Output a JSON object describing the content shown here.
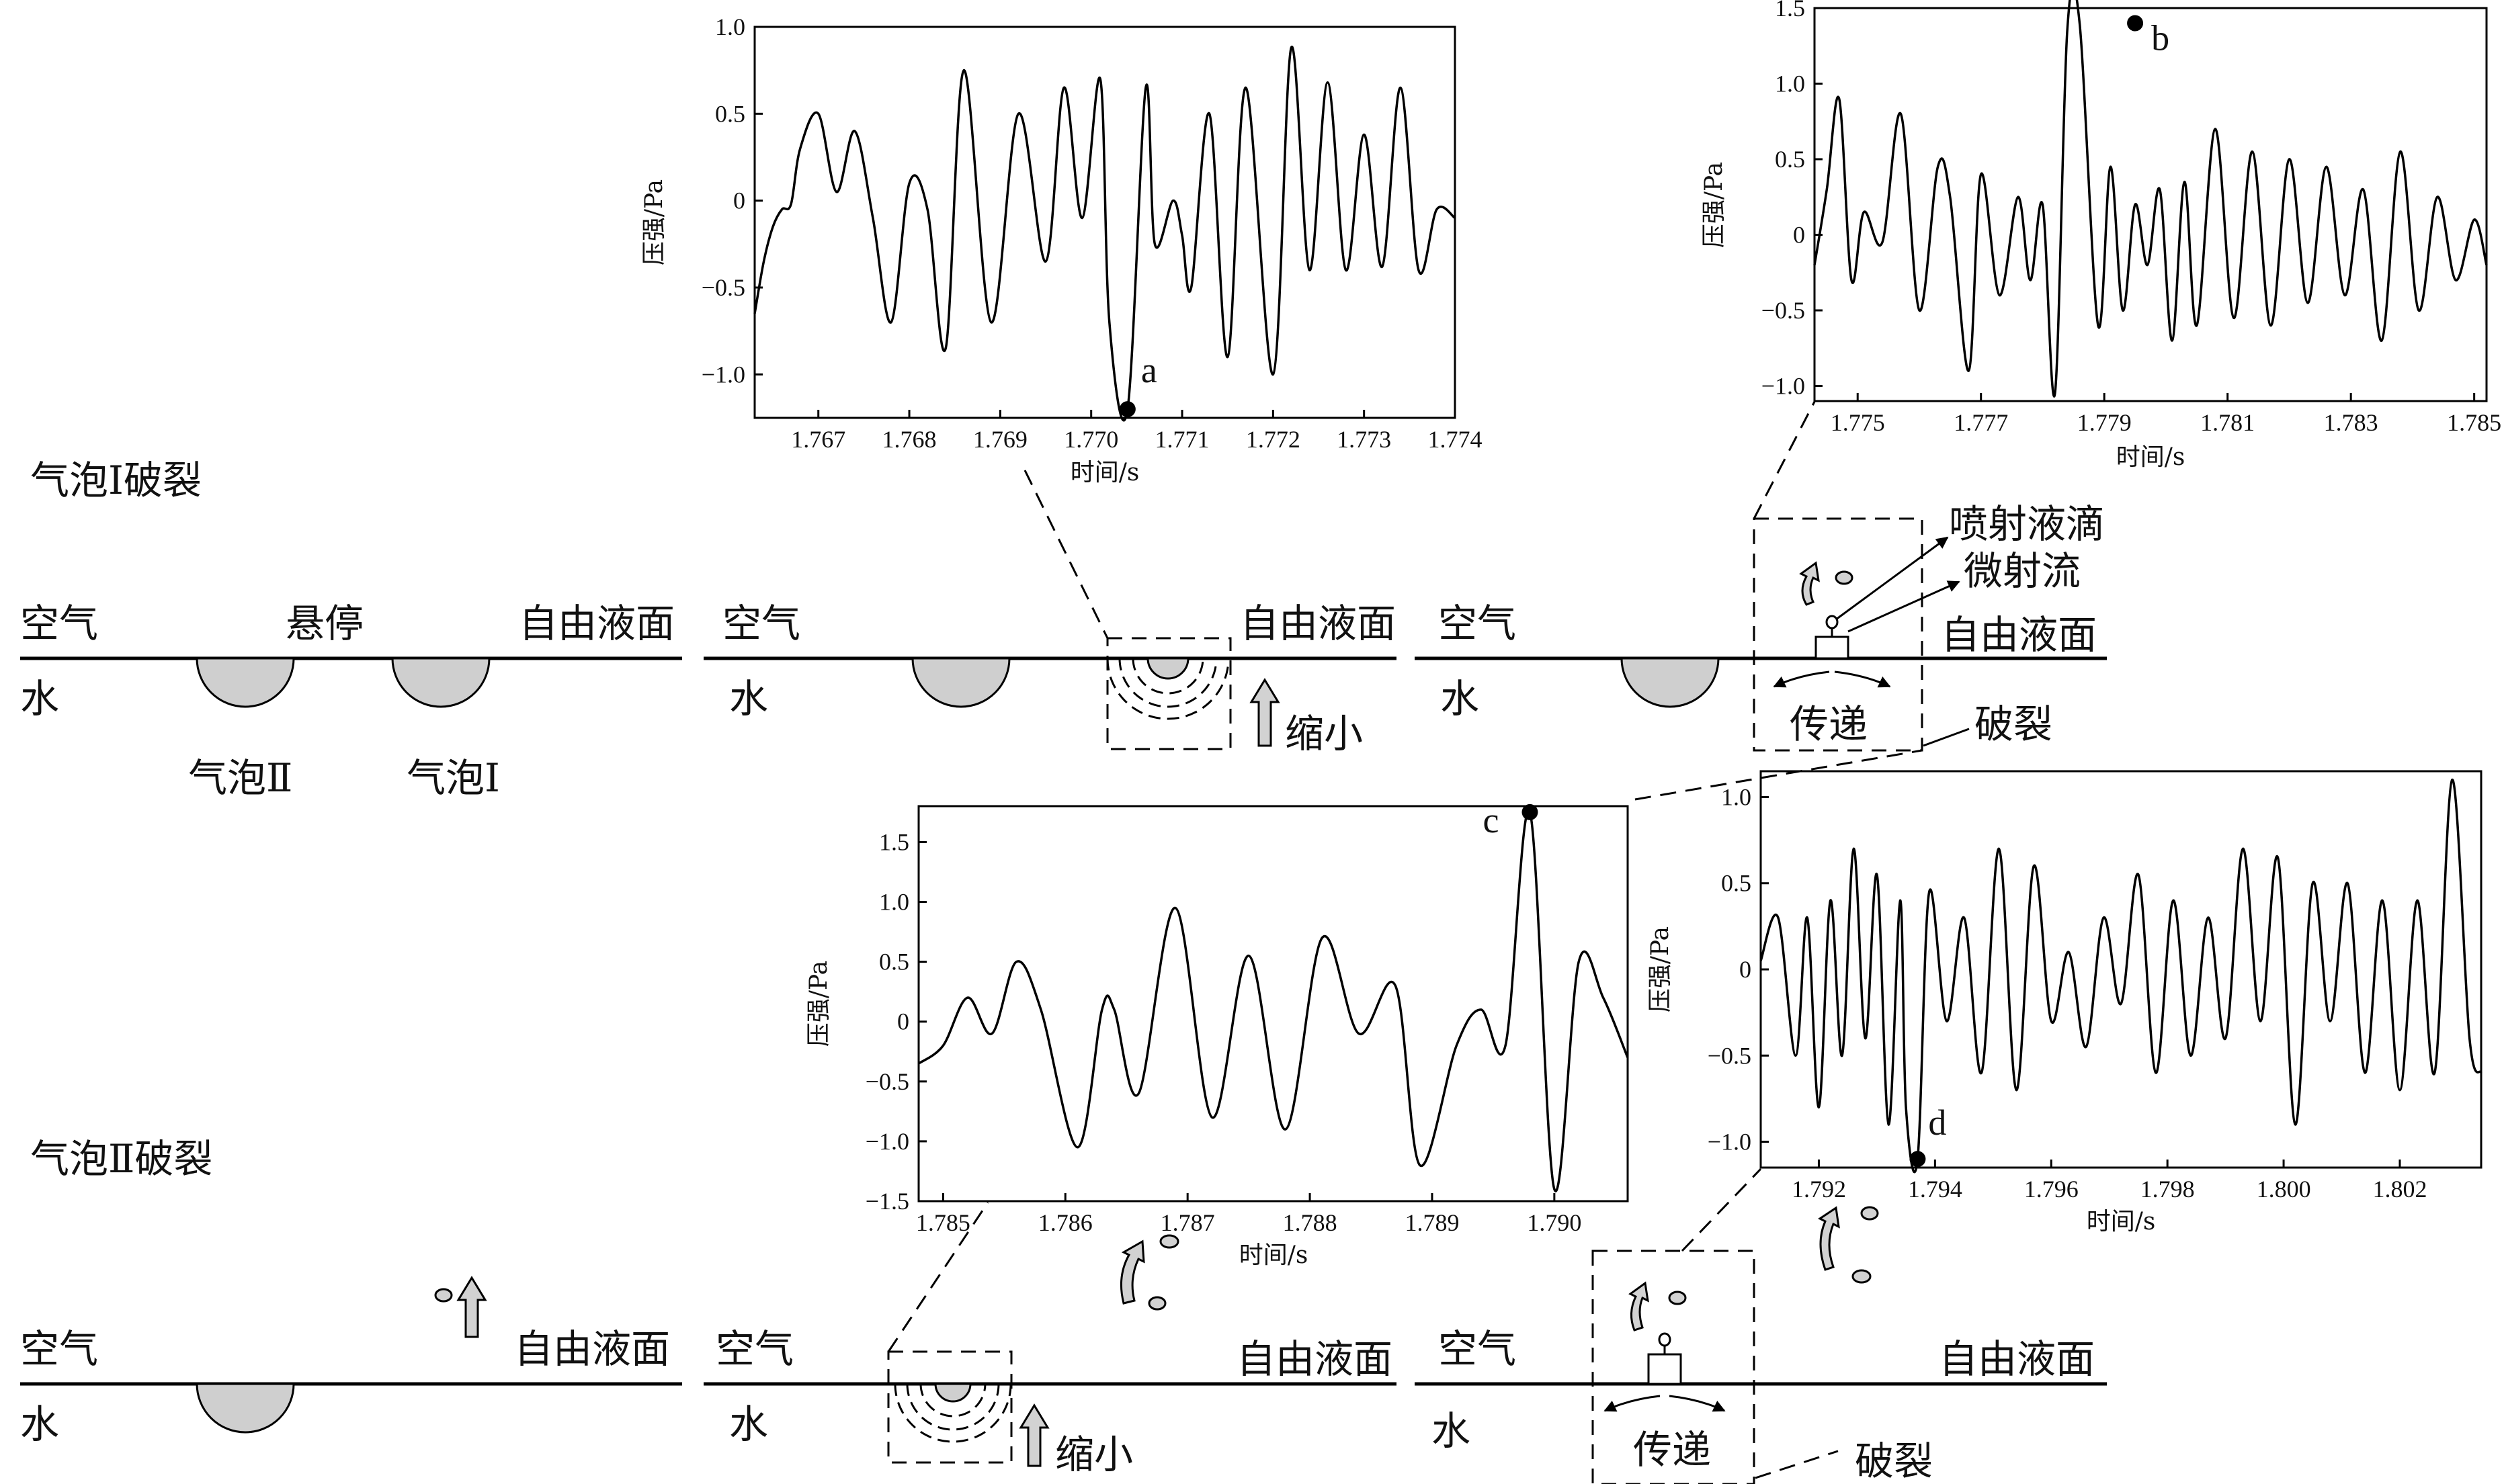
{
  "labels": {
    "air": "空气",
    "water": "水",
    "surface": "自由液面",
    "hover": "悬停",
    "bubble1": "气泡Ⅰ",
    "bubble2": "气泡Ⅱ",
    "shrink": "缩小",
    "transfer": "传递",
    "rupture": "破裂",
    "jet_drops": "喷射液滴",
    "micro_jet": "微射流",
    "row1_title": "气泡Ⅰ破裂",
    "row2_title": "气泡Ⅱ破裂"
  },
  "colors": {
    "bubble_fill": "#cfcfcf",
    "line": "#000000",
    "arrow_fill": "#d2d2d2"
  },
  "chart_data": [
    {
      "type": "line",
      "xlabel": "时间/s",
      "ylabel": "压强/Pa",
      "xlim": [
        1.7663,
        1.774
      ],
      "ylim": [
        -1.25,
        1.0
      ],
      "xticks": [
        1.767,
        1.768,
        1.769,
        1.77,
        1.771,
        1.772,
        1.773,
        1.774
      ],
      "xtick_labels": [
        "1.767",
        "1.768",
        "1.769",
        "1.770",
        "1.771",
        "1.772",
        "1.773",
        "1.774"
      ],
      "yticks": [
        1.0,
        0.5,
        0,
        -0.5,
        -1.0
      ],
      "ytick_labels": [
        "1.0",
        "0.5",
        "0",
        "−0.5",
        "−1.0"
      ],
      "point": {
        "label": "a",
        "x": 1.7704,
        "y": -1.2
      },
      "series": [
        {
          "x": [
            1.7663,
            1.7664,
            1.7665,
            1.7666,
            1.7667,
            1.7668,
            1.767,
            1.7672,
            1.7674,
            1.7676,
            1.7678,
            1.768,
            1.7682,
            1.7684,
            1.7686,
            1.7689,
            1.7692,
            1.7695,
            1.7697,
            1.7699,
            1.7701,
            1.7702,
            1.7704,
            1.7706,
            1.7707,
            1.7709,
            1.771,
            1.7711,
            1.7713,
            1.7715,
            1.7717,
            1.772,
            1.7722,
            1.7724,
            1.7726,
            1.7728,
            1.773,
            1.7732,
            1.7734,
            1.7736,
            1.7738,
            1.774
          ],
          "y": [
            -0.65,
            -0.35,
            -0.15,
            -0.05,
            -0.02,
            0.3,
            0.5,
            0.05,
            0.4,
            -0.1,
            -0.7,
            0.1,
            -0.05,
            -0.85,
            0.75,
            -0.7,
            0.5,
            -0.35,
            0.65,
            -0.1,
            0.7,
            -0.7,
            -1.2,
            0.65,
            -0.25,
            0.0,
            -0.2,
            -0.5,
            0.5,
            -0.9,
            0.65,
            -1.0,
            0.88,
            -0.4,
            0.68,
            -0.4,
            0.38,
            -0.38,
            0.65,
            -0.4,
            -0.05,
            -0.1
          ]
        }
      ]
    },
    {
      "type": "line",
      "xlabel": "时间/s",
      "ylabel": "压强/Pa",
      "xlim": [
        1.7743,
        1.7852
      ],
      "ylim": [
        -1.1,
        1.5
      ],
      "xticks": [
        1.775,
        1.777,
        1.779,
        1.781,
        1.783,
        1.785
      ],
      "xtick_labels": [
        "1.775",
        "1.777",
        "1.779",
        "1.781",
        "1.783",
        "1.785"
      ],
      "yticks": [
        1.5,
        1.0,
        0.5,
        0,
        -0.5,
        -1.0
      ],
      "ytick_labels": [
        "1.5",
        "1.0",
        "0.5",
        "0",
        "−0.5",
        "−1.0"
      ],
      "point": {
        "label": "b",
        "x": 1.7795,
        "y": 1.4
      },
      "series": [
        {
          "x": [
            1.7743,
            1.7745,
            1.7747,
            1.7749,
            1.7751,
            1.7754,
            1.7757,
            1.776,
            1.7763,
            1.7765,
            1.7768,
            1.777,
            1.7773,
            1.7776,
            1.7778,
            1.778,
            1.7782,
            1.7784,
            1.7786,
            1.7789,
            1.7791,
            1.7793,
            1.7795,
            1.7797,
            1.7799,
            1.7801,
            1.7803,
            1.7805,
            1.7808,
            1.7811,
            1.7814,
            1.7817,
            1.782,
            1.7823,
            1.7826,
            1.7829,
            1.7832,
            1.7835,
            1.7838,
            1.7841,
            1.7844,
            1.7847,
            1.785,
            1.7852
          ],
          "y": [
            -0.2,
            0.3,
            0.9,
            -0.3,
            0.15,
            -0.05,
            0.8,
            -0.5,
            0.45,
            0.25,
            -0.9,
            0.4,
            -0.4,
            0.25,
            -0.3,
            0.2,
            -1.05,
            1.35,
            1.4,
            -0.6,
            0.45,
            -0.5,
            0.2,
            -0.2,
            0.3,
            -0.7,
            0.35,
            -0.6,
            0.7,
            -0.55,
            0.55,
            -0.6,
            0.5,
            -0.45,
            0.45,
            -0.4,
            0.3,
            -0.7,
            0.55,
            -0.5,
            0.25,
            -0.3,
            0.1,
            -0.2
          ]
        }
      ]
    },
    {
      "type": "line",
      "xlabel": "时间/s",
      "ylabel": "压强/Pa",
      "xlim": [
        1.7848,
        1.7906
      ],
      "ylim": [
        -1.5,
        1.8
      ],
      "xticks": [
        1.785,
        1.786,
        1.787,
        1.788,
        1.789,
        1.79
      ],
      "xtick_labels": [
        "1.785",
        "1.786",
        "1.787",
        "1.788",
        "1.789",
        "1.790"
      ],
      "yticks": [
        1.5,
        1.0,
        0.5,
        0,
        -0.5,
        -1.0,
        -1.5
      ],
      "ytick_labels": [
        "1.5",
        "1.0",
        "0.5",
        "0",
        "−0.5",
        "−1.0",
        "−1.5"
      ],
      "point": {
        "label": "c",
        "x": 1.7898,
        "y": 1.75
      },
      "series": [
        {
          "x": [
            1.7848,
            1.785,
            1.7852,
            1.7854,
            1.7856,
            1.7858,
            1.7861,
            1.7863,
            1.7864,
            1.7866,
            1.7869,
            1.7872,
            1.7875,
            1.7878,
            1.7881,
            1.7884,
            1.7887,
            1.7889,
            1.7892,
            1.7894,
            1.7896,
            1.7898,
            1.79,
            1.7902,
            1.7904,
            1.7906
          ],
          "y": [
            -0.35,
            -0.2,
            0.2,
            -0.1,
            0.5,
            0.1,
            -1.05,
            0.1,
            0.1,
            -0.6,
            0.95,
            -0.8,
            0.55,
            -0.9,
            0.7,
            -0.1,
            0.3,
            -1.2,
            -0.2,
            0.1,
            -0.2,
            1.75,
            -1.4,
            0.5,
            0.2,
            -0.3
          ]
        }
      ]
    },
    {
      "type": "line",
      "xlabel": "时间/s",
      "ylabel": "压强/Pa",
      "xlim": [
        1.791,
        1.8034
      ],
      "ylim": [
        -1.15,
        1.15
      ],
      "xticks": [
        1.792,
        1.794,
        1.796,
        1.798,
        1.8,
        1.802
      ],
      "xtick_labels": [
        "1.792",
        "1.794",
        "1.796",
        "1.798",
        "1.800",
        "1.802"
      ],
      "yticks": [
        1.0,
        0.5,
        0,
        -0.5,
        -1.0
      ],
      "ytick_labels": [
        "1.0",
        "0.5",
        "0",
        "−0.5",
        "−1.0"
      ],
      "point": {
        "label": "d",
        "x": 1.7937,
        "y": -1.1
      },
      "series": [
        {
          "x": [
            1.791,
            1.7913,
            1.7916,
            1.7918,
            1.792,
            1.7922,
            1.7924,
            1.7926,
            1.7928,
            1.793,
            1.7932,
            1.7934,
            1.7935,
            1.7937,
            1.7939,
            1.7942,
            1.7945,
            1.7948,
            1.7951,
            1.7954,
            1.7957,
            1.796,
            1.7963,
            1.7966,
            1.7969,
            1.7972,
            1.7975,
            1.7978,
            1.7981,
            1.7984,
            1.7987,
            1.799,
            1.7993,
            1.7996,
            1.7999,
            1.8002,
            1.8005,
            1.8008,
            1.8011,
            1.8014,
            1.8017,
            1.802,
            1.8023,
            1.8026,
            1.8029,
            1.8032,
            1.8034
          ],
          "y": [
            0.05,
            0.3,
            -0.5,
            0.3,
            -0.8,
            0.4,
            -0.5,
            0.7,
            -0.4,
            0.55,
            -0.9,
            0.4,
            -0.8,
            -1.1,
            0.45,
            -0.3,
            0.3,
            -0.6,
            0.7,
            -0.7,
            0.6,
            -0.3,
            0.1,
            -0.45,
            0.3,
            -0.2,
            0.55,
            -0.6,
            0.4,
            -0.5,
            0.3,
            -0.4,
            0.7,
            -0.3,
            0.65,
            -0.9,
            0.5,
            -0.3,
            0.5,
            -0.6,
            0.4,
            -0.7,
            0.4,
            -0.6,
            1.1,
            -0.4,
            -0.6
          ]
        }
      ]
    }
  ]
}
